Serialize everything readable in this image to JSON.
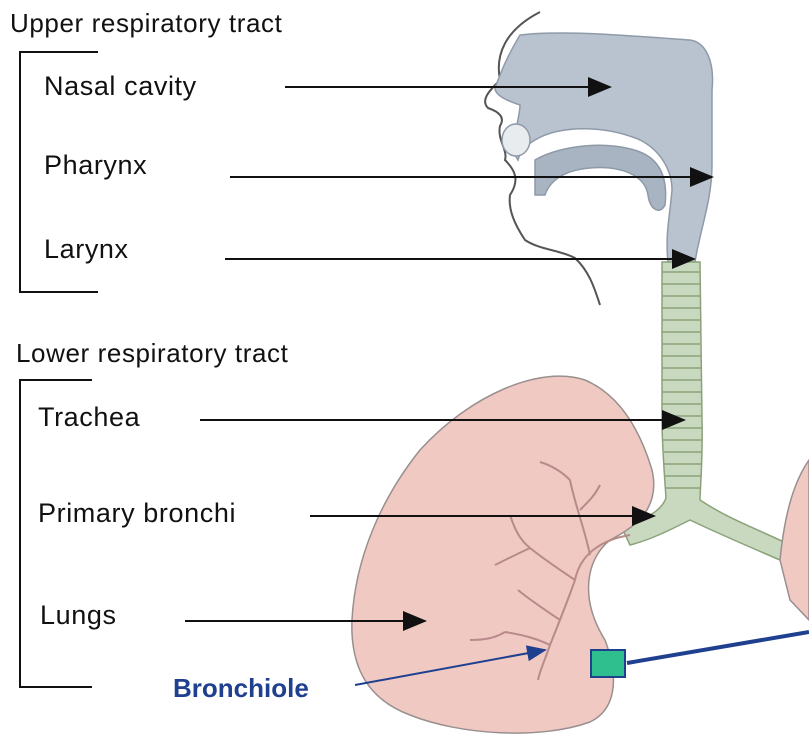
{
  "groups": {
    "upper": {
      "heading": "Upper respiratory tract",
      "labels": [
        "Nasal cavity",
        "Pharynx",
        "Larynx"
      ]
    },
    "lower": {
      "heading": "Lower respiratory tract",
      "labels": [
        "Trachea",
        "Primary bronchi",
        "Lungs"
      ]
    }
  },
  "callout": {
    "label": "Bronchiole",
    "color": "#1f3f8f"
  },
  "colors": {
    "airway": "#b9c3cf",
    "trachea": "#c9d9bf",
    "lung": "#f0c9c3",
    "lung_stroke": "#9a8f8f",
    "marker": "#2fbf8f"
  }
}
